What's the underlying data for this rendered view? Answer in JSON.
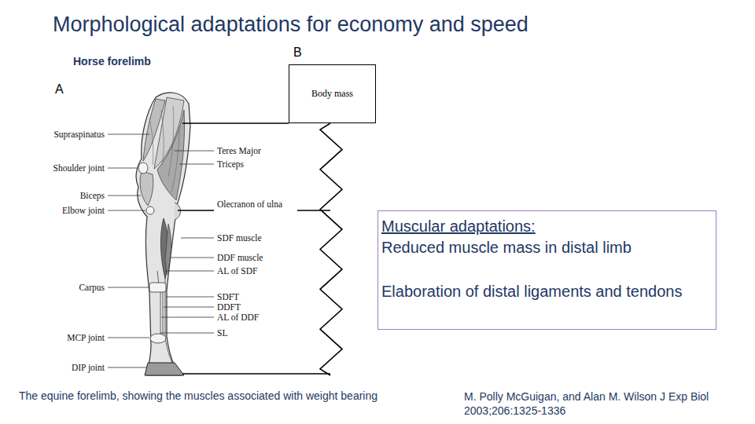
{
  "diagram": {
    "title": "Morphological adaptations for economy and speed",
    "caption": "The equine forelimb, showing the muscles associated with weight bearing",
    "nodes": [
      {
        "text": [
          "Body mass"
        ]
      },
      {
        "text": [
          "Muscular adaptations:",
          "Reduced muscle mass in distal limb",
          "Elaboration of distal ligaments and tendons"
        ]
      }
    ],
    "labels": [
      "Horse forelimb",
      "A",
      "B",
      "Supraspinatus",
      "Shoulder joint",
      "Biceps",
      "Elbow joint",
      "Carpus",
      "MCP joint",
      "DIP joint",
      "Teres Major",
      "Triceps",
      "Olecranon of ulna",
      "SDF muscle",
      "DDF muscle",
      "AL of SDF",
      "SDFT",
      "DDFT",
      "AL of DDF",
      "SL",
      "M. Polly McGuigan, and Alan M. Wilson J Exp Biol 2003;206:1325-1336"
    ]
  }
}
